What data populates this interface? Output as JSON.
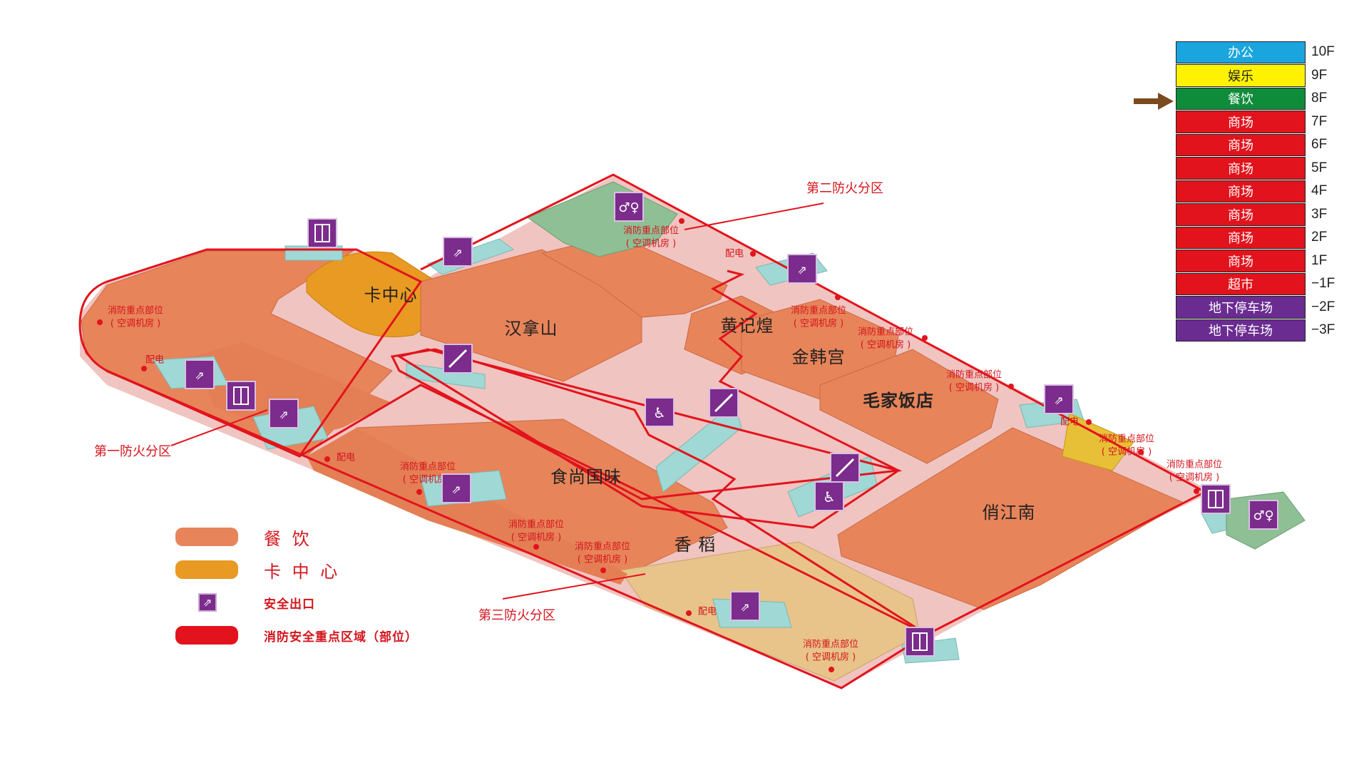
{
  "stores": [
    {
      "name": "卡中心",
      "id": "ka-zhongxin"
    },
    {
      "name": "汉拿山",
      "id": "hannashan"
    },
    {
      "name": "黄记煌",
      "id": "huangjihuang"
    },
    {
      "name": "金韩宫",
      "id": "jinhangong"
    },
    {
      "name": "毛家饭店",
      "id": "maojia-fandian"
    },
    {
      "name": "食尚国味",
      "id": "shishang-guowei"
    },
    {
      "name": "香 稻",
      "id": "xiangdao"
    },
    {
      "name": "俏江南",
      "id": "qiaojiangnan"
    }
  ],
  "fire_zones": [
    "第一防火分区",
    "第二防火分区",
    "第三防火分区"
  ],
  "notes": {
    "key_point": "消防重点部位",
    "ac_room": "( 空调机房 )",
    "power": "配电"
  },
  "floor_directory": [
    {
      "label": "办公",
      "floor": "10F",
      "color": "#1ba5df"
    },
    {
      "label": "娱乐",
      "floor": "9F",
      "color": "#fff200"
    },
    {
      "label": "餐饮",
      "floor": "8F",
      "color": "#0e8c3a",
      "current": true
    },
    {
      "label": "商场",
      "floor": "7F",
      "color": "#e2131c"
    },
    {
      "label": "商场",
      "floor": "6F",
      "color": "#e2131c"
    },
    {
      "label": "商场",
      "floor": "5F",
      "color": "#e2131c"
    },
    {
      "label": "商场",
      "floor": "4F",
      "color": "#e2131c"
    },
    {
      "label": "商场",
      "floor": "3F",
      "color": "#e2131c"
    },
    {
      "label": "商场",
      "floor": "2F",
      "color": "#e2131c"
    },
    {
      "label": "商场",
      "floor": "1F",
      "color": "#e2131c"
    },
    {
      "label": "超市",
      "floor": "−1F",
      "color": "#e2131c"
    },
    {
      "label": "地下停车场",
      "floor": "−2F",
      "color": "#6a2c91"
    },
    {
      "label": "地下停车场",
      "floor": "−3F",
      "color": "#6a2c91"
    }
  ],
  "legend": [
    {
      "label": "餐 饮",
      "color": "#e8845a",
      "kind": "swatch"
    },
    {
      "label": "卡 中 心",
      "color": "#e89a22",
      "kind": "swatch"
    },
    {
      "label": "安全出口",
      "color": "#7b2c8c",
      "kind": "icon"
    },
    {
      "label": "消防安全重点区域（部位）",
      "color": "#e2131c",
      "kind": "swatch"
    }
  ],
  "icons": {
    "exit": "emergency-exit-icon",
    "elevator": "elevator-icon",
    "escalator": "escalator-icon",
    "restroom": "restroom-icon",
    "accessible": "accessible-icon"
  },
  "colors": {
    "dining": "#e8845a",
    "card_center": "#e89a22",
    "corridor": "#f0c4c0",
    "fire_line": "#e2131c",
    "green_room": "#8fbf95",
    "cyan_block": "#9fd8d5",
    "xiangdao_fill": "#e8c38a"
  }
}
